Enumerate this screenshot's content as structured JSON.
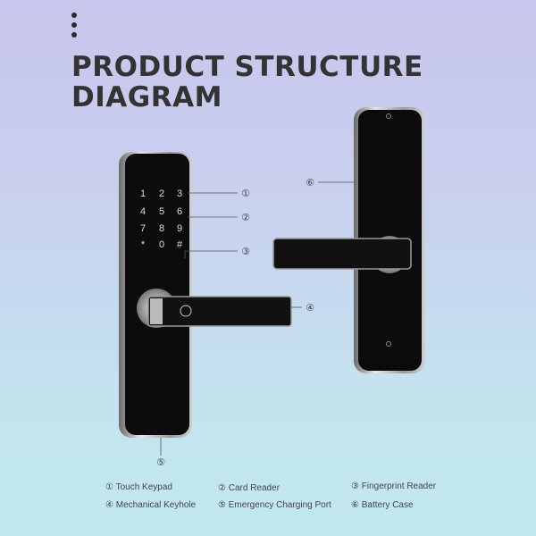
{
  "title_line1": "PRODUCT STRUCTURE",
  "title_line2": "DIAGRAM",
  "keypad": [
    "1",
    "2",
    "3",
    "4",
    "5",
    "6",
    "7",
    "8",
    "9",
    "*",
    "0",
    "#"
  ],
  "callouts": [
    "①",
    "②",
    "③",
    "④",
    "⑤",
    "⑥"
  ],
  "legend": [
    {
      "num": "①",
      "label": "Touch Keypad"
    },
    {
      "num": "②",
      "label": "Card Reader"
    },
    {
      "num": "③",
      "label": "Fingerprint Reader"
    },
    {
      "num": "④",
      "label": "Mechanical Keyhole"
    },
    {
      "num": "⑤",
      "label": "Emergency Charging Port"
    },
    {
      "num": "⑥",
      "label": "Battery Case"
    }
  ]
}
